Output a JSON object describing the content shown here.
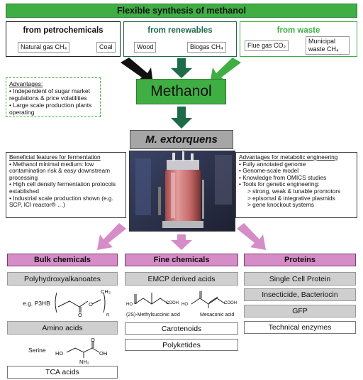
{
  "title": "Flexible synthesis of methanol",
  "sources": [
    {
      "title": "from petrochemicals",
      "title_color": "#111111",
      "border": "#222222",
      "items": [
        "Natural gas CH₄",
        "Coal"
      ]
    },
    {
      "title": "from renewables",
      "title_color": "#1e6b4a",
      "border": "#1e6b4a",
      "items": [
        "Wood",
        "Biogas CH₄"
      ]
    },
    {
      "title": "from waste",
      "title_color": "#3fae43",
      "border": "#3fae43",
      "items": [
        "Flue gas CO₂",
        "Municipal waste CH₄"
      ]
    }
  ],
  "advantages_methanol": {
    "heading": "Advantages:",
    "items": [
      "Independent of sugar market regulations & price volatilities",
      "Large scale production plants operating"
    ]
  },
  "methanol": "Methanol",
  "organism": "M. extorquens",
  "fermentation": {
    "heading": "Beneficial features for fermentation",
    "items": [
      "Methanol minimal medium: low contamination risk & easy downstream processing",
      "High cell density fermentation protocols established",
      "Industrial scale production shown (e.g. SCP, ICI reactor® …)"
    ]
  },
  "engineering": {
    "heading": "Advantages for metabolic engineering",
    "items": [
      "Fully annotated genome",
      "Genome-scale model",
      "Knowledge from OMICS studies",
      "Tools for genetic engineering:"
    ],
    "subitems": [
      "> strong, weak & tunable promotors",
      "> episomal & integrative plasmids",
      "> gene knockout systems"
    ]
  },
  "categories": {
    "bulk": {
      "title": "Bulk chemicals",
      "items": [
        "Polyhydroxyalkanoates",
        "Amino acids",
        "TCA acids"
      ],
      "example1_label": "e.g. P3HB",
      "example1_sub": "CH₃",
      "example1_n": "n",
      "example1_o": "O",
      "example2_label": "Serine",
      "example2_ho": "HO",
      "example2_oh": "OH",
      "example2_nh2": "NH₂",
      "example2_o": "O"
    },
    "fine": {
      "title": "Fine chemicals",
      "items": [
        "EMCP derived acids",
        "Carotenoids",
        "Polyketides"
      ],
      "mol1_label": "(2S)-Methylsuccinic acid",
      "mol2_label": "Mesaconic acid",
      "mol_cooh": "COOH",
      "mol_ho": "HO"
    },
    "proteins": {
      "title": "Proteins",
      "items": [
        "Single Cell Protein",
        "Insecticide, Bacteriocin",
        "GFP",
        "Technical enzymes"
      ]
    }
  },
  "colors": {
    "green": "#3fae43",
    "dark_green": "#1e6b4a",
    "pink": "#d58cc7",
    "gray_box": "#cfcfcf",
    "organism_box": "#a6a6a6"
  }
}
